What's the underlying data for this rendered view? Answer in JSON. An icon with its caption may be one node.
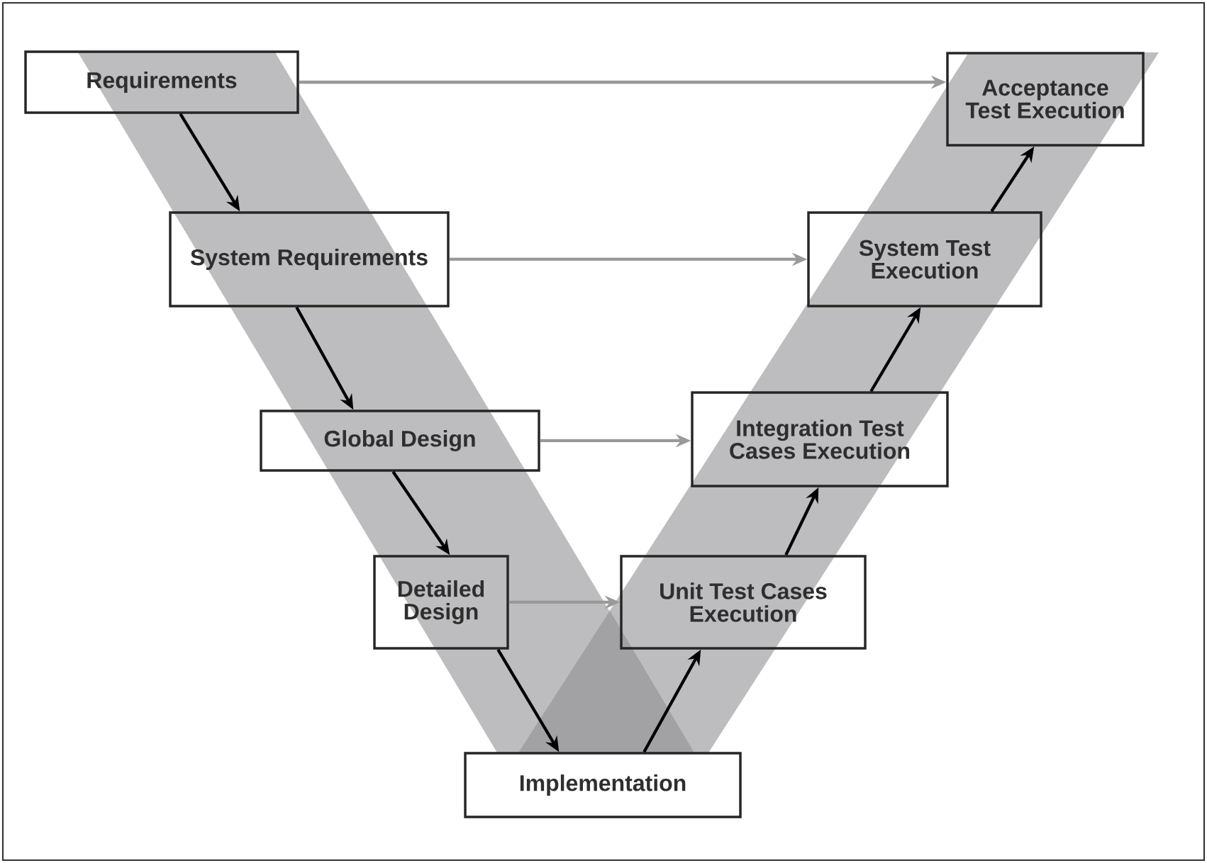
{
  "diagram": {
    "nodes": [
      {
        "text": [
          "Requirements"
        ]
      },
      {
        "text": [
          "Acceptance Test Execution"
        ]
      },
      {
        "text": [
          "System Requirements"
        ]
      },
      {
        "text": [
          "System Test Execution"
        ]
      },
      {
        "text": [
          "Global Design"
        ]
      },
      {
        "text": [
          "Integration Test Cases Execution"
        ]
      },
      {
        "text": [
          "Detailed Design"
        ]
      },
      {
        "text": [
          "Unit Test Cases Execution"
        ]
      },
      {
        "text": [
          "Implementation"
        ]
      }
    ],
    "edges": [
      {
        "from": 0,
        "to": 2,
        "arrow": "to"
      },
      {
        "from": 2,
        "to": 4,
        "arrow": "to"
      },
      {
        "from": 4,
        "to": 6,
        "arrow": "to"
      },
      {
        "from": 6,
        "to": 8,
        "arrow": "to"
      },
      {
        "from": 8,
        "to": 7,
        "arrow": "to"
      },
      {
        "from": 7,
        "to": 5,
        "arrow": "to"
      },
      {
        "from": 5,
        "to": 3,
        "arrow": "to"
      },
      {
        "from": 3,
        "to": 1,
        "arrow": "to"
      },
      {
        "from": 0,
        "to": 1,
        "arrow": "to",
        "color": "#999999"
      },
      {
        "from": 2,
        "to": 3,
        "arrow": "to",
        "color": "#999999"
      },
      {
        "from": 4,
        "to": 5,
        "arrow": "to",
        "color": "#999999"
      },
      {
        "from": 6,
        "to": 7,
        "arrow": "to",
        "color": "#999999"
      }
    ]
  }
}
